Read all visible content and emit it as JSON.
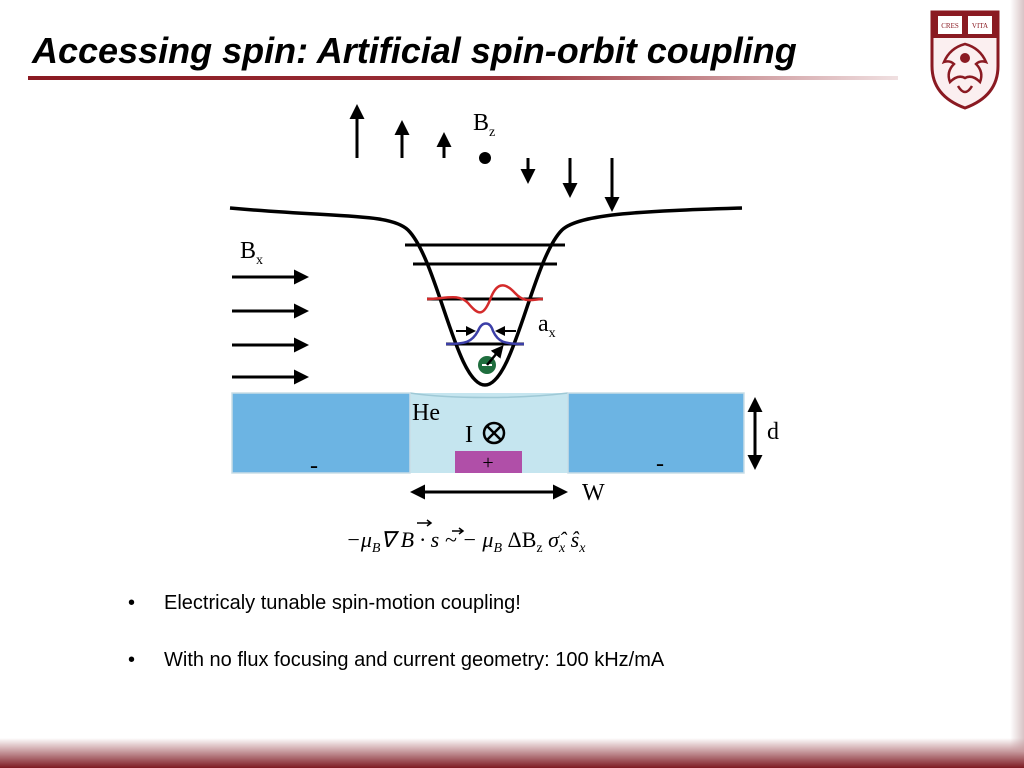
{
  "slide": {
    "title": "Accessing spin: Artificial spin-orbit coupling"
  },
  "diagram": {
    "labels": {
      "b_main": "B",
      "b_z_sub": "z",
      "b_x_main": "B",
      "b_x_sub": "x",
      "a_main": "a",
      "a_sub": "x",
      "he": "He",
      "current": "I",
      "d": "d",
      "w": "W",
      "plus": "+",
      "minus_left": "-",
      "minus_right": "-"
    },
    "equation": {
      "part1": "−μ",
      "sub1": "B",
      "part2": "∇ ",
      "vec_b": "B",
      "part3": " · ",
      "vec_s": "s",
      "part4": " ~ − μ",
      "sub2": "B",
      "part5": " ΔB",
      "sub3": "z",
      "part6": " σ̂",
      "sub4": "x",
      "part7": " ŝ",
      "sub5": "x"
    },
    "colors": {
      "film": "#6cb4e3",
      "helium": "#c5e5ef",
      "electrode": "#b04fa8",
      "excited_wave": "#d42b2b",
      "ground_wave": "#3c3fa8",
      "electron": "#1f6e3e"
    }
  },
  "bullets": [
    "Electricaly tunable spin-motion coupling!",
    "With no flux focusing and current geometry: 100 kHz/mA"
  ],
  "logo": {
    "motto_line1": "CRES",
    "motto_line2": "VITA"
  }
}
